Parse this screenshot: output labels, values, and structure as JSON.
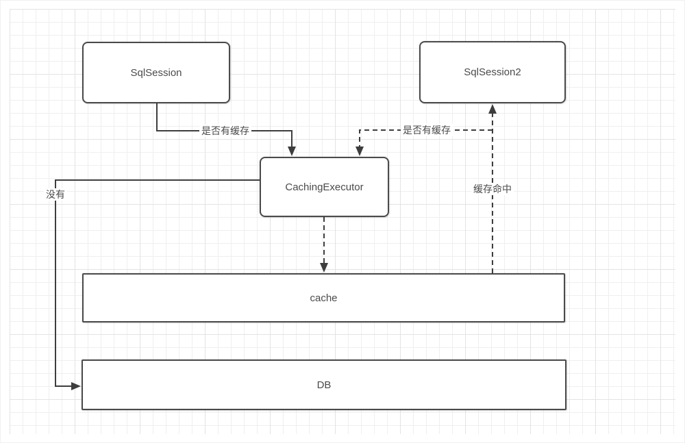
{
  "diagram": {
    "title": "mybatis-second-level-cache-flow",
    "nodes": {
      "sqlsession": {
        "label": "SqlSession"
      },
      "sqlsession2": {
        "label": "SqlSession2"
      },
      "cachingexecutor": {
        "label": "CachingExecutor"
      },
      "cache": {
        "label": "cache"
      },
      "db": {
        "label": "DB"
      }
    },
    "edge_labels": {
      "check_cache_left": "是否有缓存",
      "check_cache_right": "是否有缓存",
      "cache_hit": "缓存命中",
      "no_cache": "没有"
    },
    "edges": [
      {
        "from": "sqlsession",
        "to": "cachingexecutor",
        "style": "solid",
        "label": "是否有缓存"
      },
      {
        "from": "sqlsession2",
        "to": "cachingexecutor",
        "style": "dashed",
        "label": "是否有缓存"
      },
      {
        "from": "cachingexecutor",
        "to": "cache",
        "style": "dashed",
        "label": ""
      },
      {
        "from": "cache",
        "to": "sqlsession2",
        "style": "dashed",
        "label": "缓存命中"
      },
      {
        "from": "cachingexecutor",
        "to": "db",
        "style": "solid",
        "label": "没有"
      }
    ],
    "colors": {
      "line": "#3d3d3d",
      "box_border": "#4a4a4a",
      "box_fill": "#ffffff",
      "text": "#4a4a4a",
      "grid_minor": "#efefef",
      "grid_major": "#e3e3e3",
      "canvas": "#ffffff"
    }
  }
}
